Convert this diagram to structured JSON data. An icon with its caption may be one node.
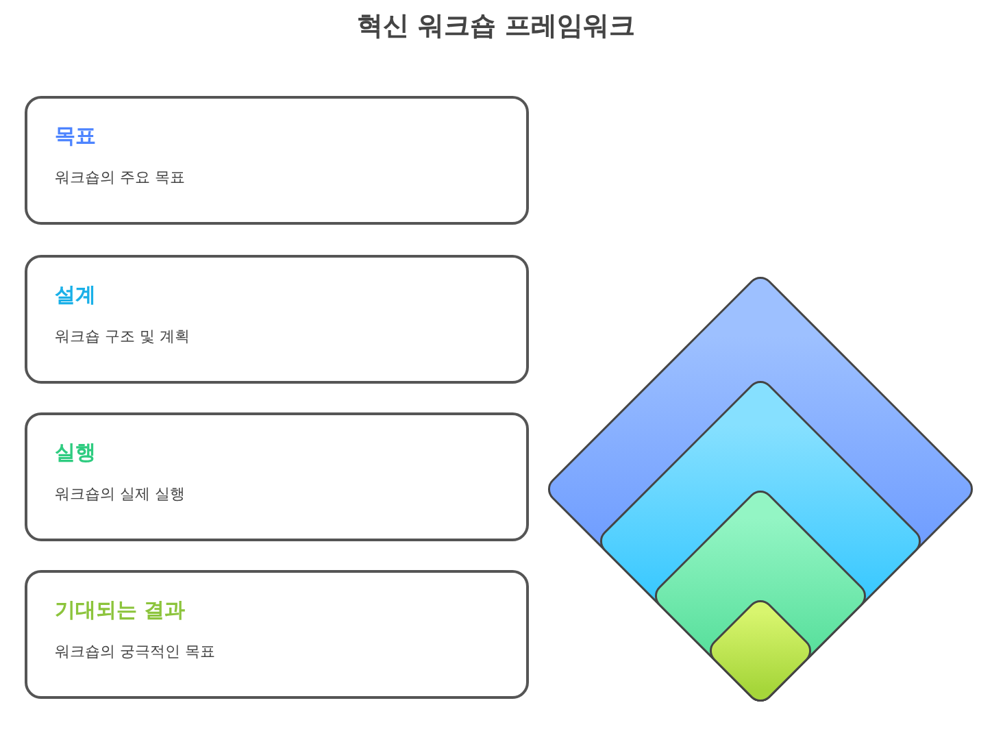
{
  "diagram": {
    "title": "혁신 워크숍 프레임워크",
    "nodes": [
      {
        "text": [
          "목표",
          "워크숍의 주요 목표"
        ]
      },
      {
        "text": [
          "설계",
          "워크숍 구조 및 계획"
        ]
      },
      {
        "text": [
          "실행",
          "워크숍의 실제 실행"
        ]
      },
      {
        "text": [
          "기대되는 결과",
          "워크숍의 궁극적인 목표"
        ]
      }
    ]
  }
}
